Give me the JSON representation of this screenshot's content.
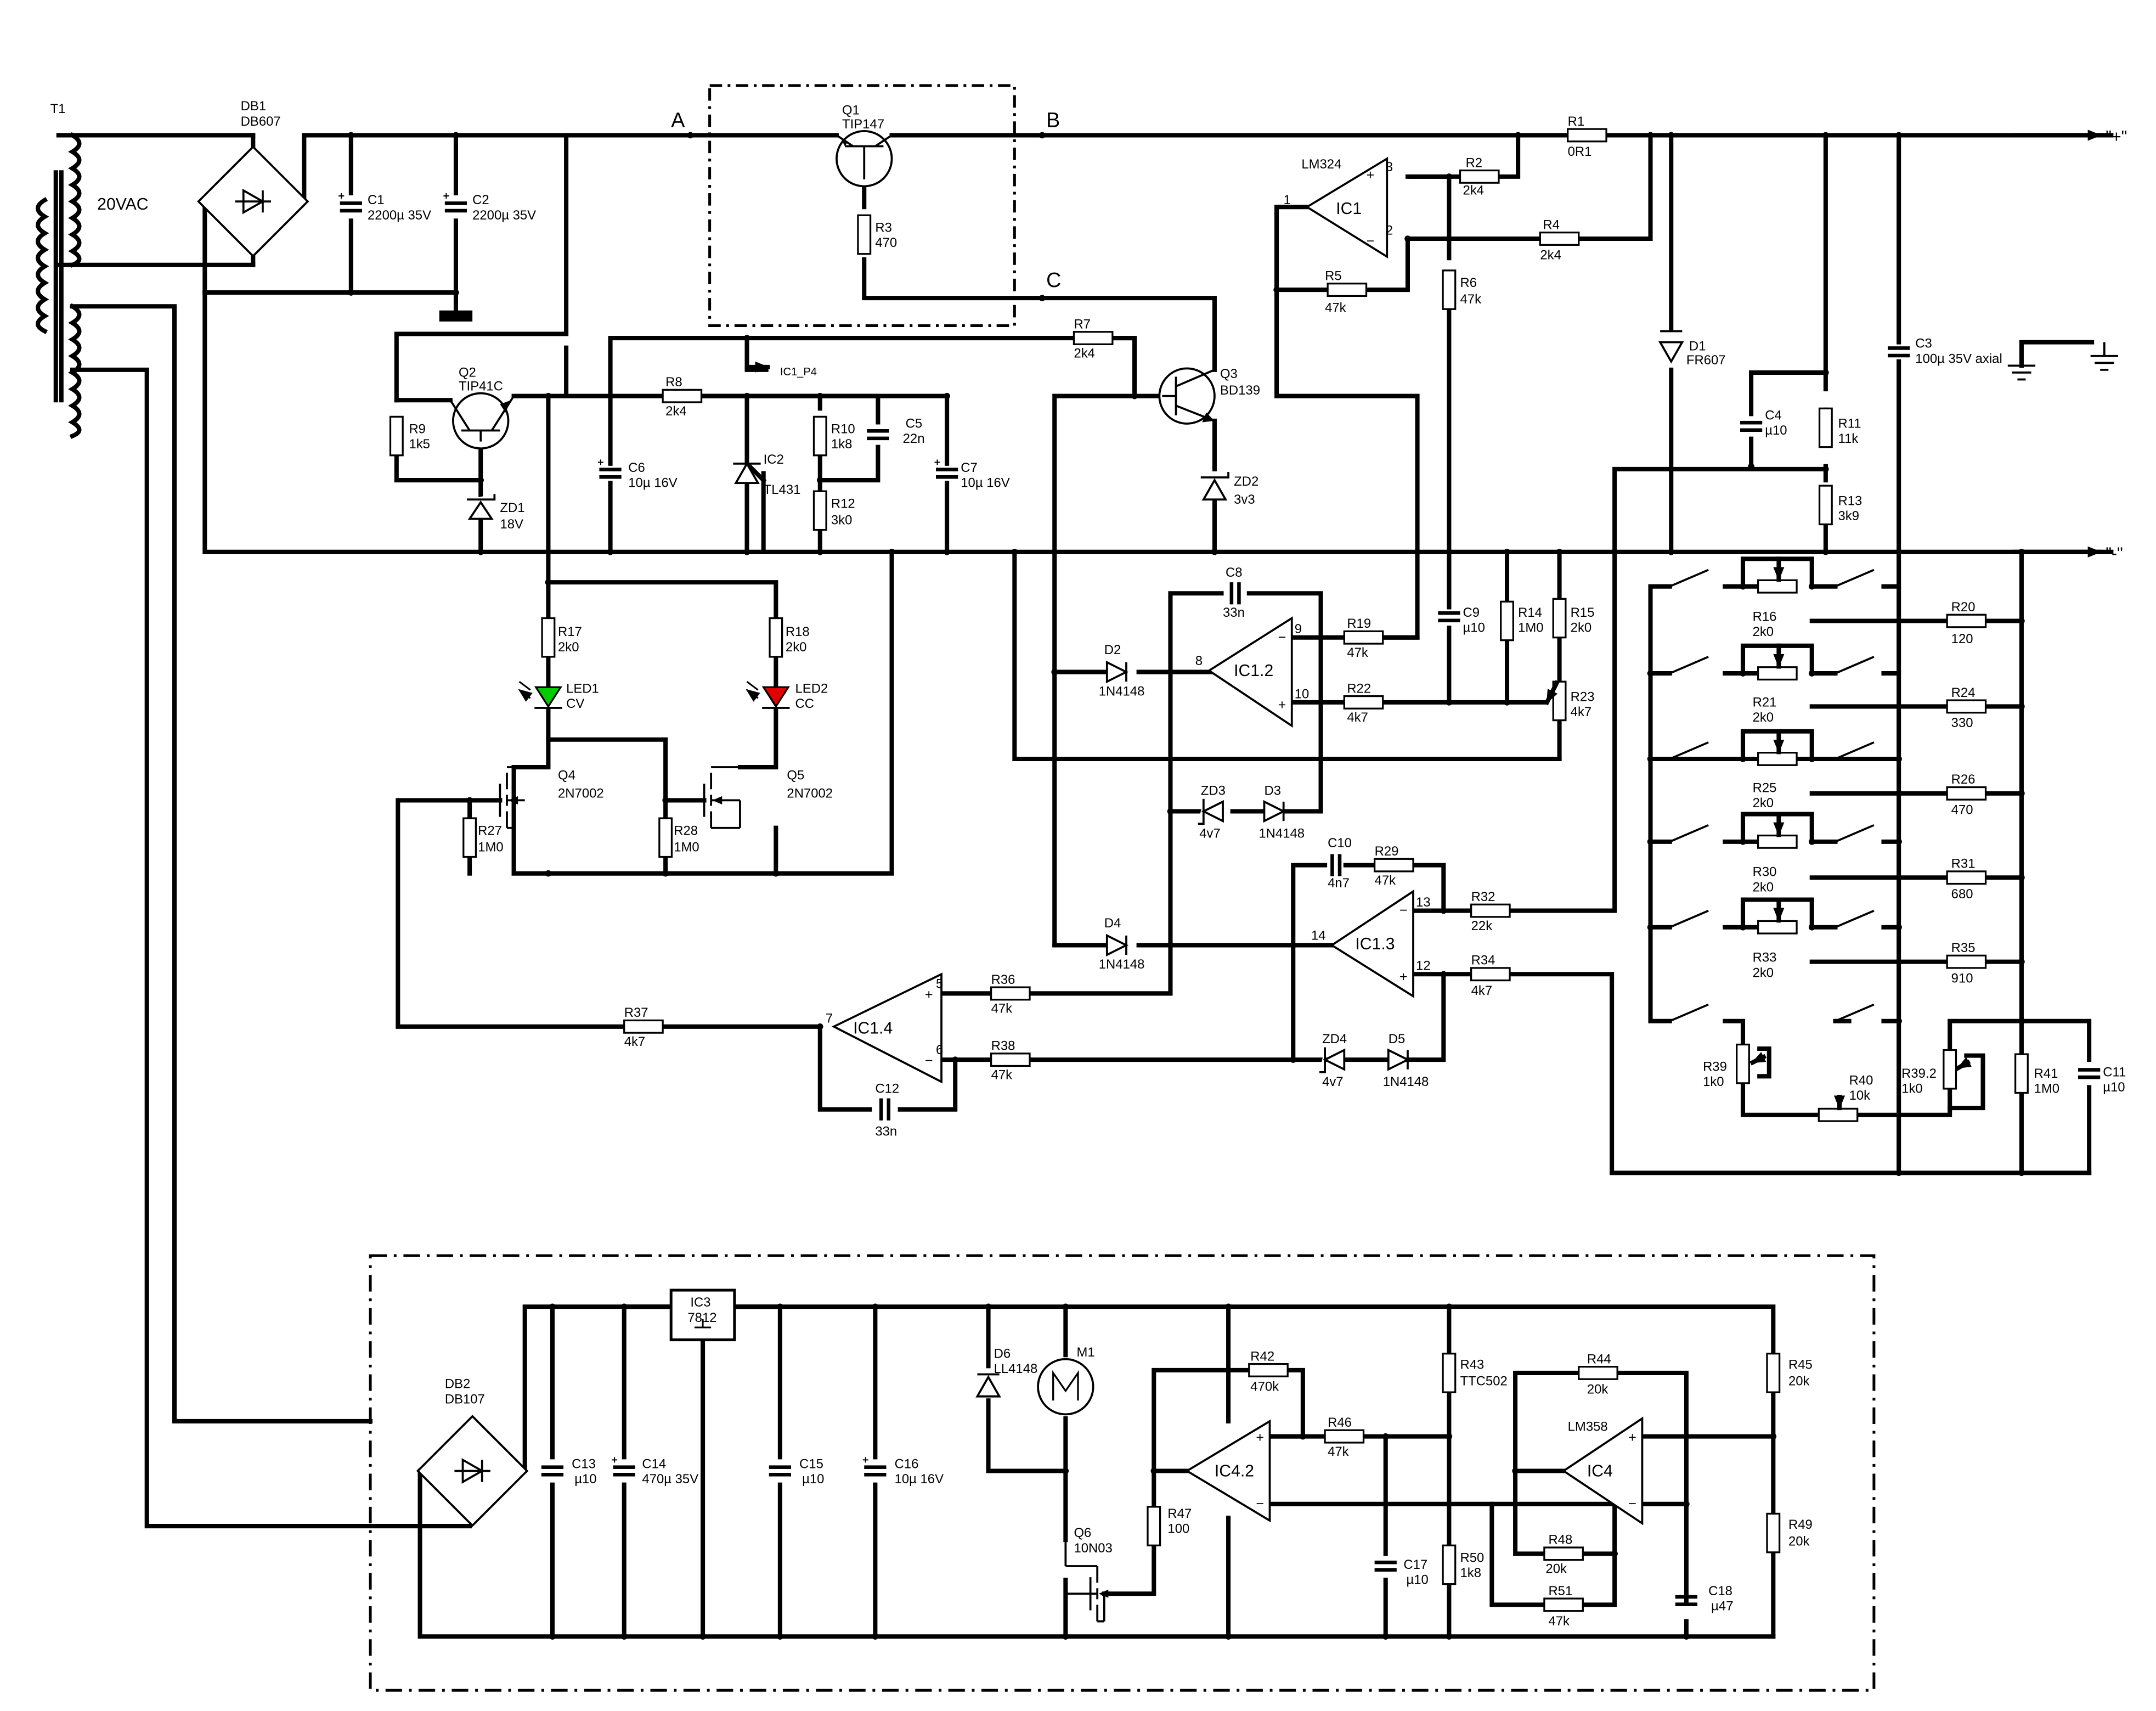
{
  "nodes": {
    "A": "A",
    "B": "B",
    "C": "C",
    "plus": "\"+\"",
    "minus": "\"-\"",
    "ic1p4": "IC1_P4",
    "ac": "20VAC"
  },
  "colors": {
    "led_cv": "#00cc00",
    "led_cc": "#e00000",
    "wire": "#000000"
  },
  "parts": {
    "T1": [
      "T1"
    ],
    "DB1": [
      "DB1",
      "DB607"
    ],
    "DB2": [
      "DB2",
      "DB107"
    ],
    "Q1": [
      "Q1",
      "TIP147"
    ],
    "Q2": [
      "Q2",
      "TIP41C"
    ],
    "Q3": [
      "Q3",
      "BD139"
    ],
    "Q4": [
      "Q4",
      "2N7002"
    ],
    "Q5": [
      "Q5",
      "2N7002"
    ],
    "Q6": [
      "Q6",
      "10N03"
    ],
    "M1": [
      "M1"
    ],
    "IC1": [
      "IC1",
      "LM324"
    ],
    "IC12": [
      "IC1.2"
    ],
    "IC13": [
      "IC1.3"
    ],
    "IC14": [
      "IC1.4"
    ],
    "IC2": [
      "IC2",
      "TL431"
    ],
    "IC3": [
      "IC3",
      "7812"
    ],
    "IC4": [
      "IC4",
      "LM358"
    ],
    "IC42": [
      "IC4.2"
    ],
    "C1": [
      "C1",
      "2200µ 35V"
    ],
    "C2": [
      "C2",
      "2200µ 35V"
    ],
    "C3": [
      "C3",
      "100µ 35V axial"
    ],
    "C4": [
      "C4",
      "µ10"
    ],
    "C5": [
      "C5",
      "22n"
    ],
    "C6": [
      "C6",
      "10µ 16V"
    ],
    "C7": [
      "C7",
      "10µ 16V"
    ],
    "C8": [
      "C8",
      "33n"
    ],
    "C9": [
      "C9",
      "µ10"
    ],
    "C10": [
      "C10",
      "4n7"
    ],
    "C11": [
      "C11",
      "µ10"
    ],
    "C12": [
      "C12",
      "33n"
    ],
    "C13": [
      "C13",
      "µ10"
    ],
    "C14": [
      "C14",
      "470µ 35V"
    ],
    "C15": [
      "C15",
      "µ10"
    ],
    "C16": [
      "C16",
      "10µ 16V"
    ],
    "C17": [
      "C17",
      "µ10"
    ],
    "C18": [
      "C18",
      "µ47"
    ],
    "D1": [
      "D1",
      "FR607"
    ],
    "D2": [
      "D2",
      "1N4148"
    ],
    "D3": [
      "D3",
      "1N4148"
    ],
    "D4": [
      "D4",
      "1N4148"
    ],
    "D5": [
      "D5",
      "1N4148"
    ],
    "D6": [
      "D6",
      "LL4148"
    ],
    "ZD1": [
      "ZD1",
      "18V"
    ],
    "ZD2": [
      "ZD2",
      "3v3"
    ],
    "ZD3": [
      "ZD3",
      "4v7"
    ],
    "ZD4": [
      "ZD4",
      "4v7"
    ],
    "LED1": [
      "LED1",
      "CV"
    ],
    "LED2": [
      "LED2",
      "CC"
    ],
    "R1": [
      "R1",
      "0R1"
    ],
    "R2": [
      "R2",
      "2k4"
    ],
    "R3": [
      "R3",
      "470"
    ],
    "R4": [
      "R4",
      "2k4"
    ],
    "R5": [
      "R5",
      "47k"
    ],
    "R6": [
      "R6",
      "47k"
    ],
    "R7": [
      "R7",
      "2k4"
    ],
    "R8": [
      "R8",
      "2k4"
    ],
    "R9": [
      "R9",
      "1k5"
    ],
    "R10": [
      "R10",
      "1k8"
    ],
    "R11": [
      "R11",
      "11k"
    ],
    "R12": [
      "R12",
      "3k0"
    ],
    "R13": [
      "R13",
      "3k9"
    ],
    "R14": [
      "R14",
      "1M0"
    ],
    "R15": [
      "R15",
      "2k0"
    ],
    "R16": [
      "R16",
      "2k0"
    ],
    "R17": [
      "R17",
      "2k0"
    ],
    "R18": [
      "R18",
      "2k0"
    ],
    "R19": [
      "R19",
      "47k"
    ],
    "R20": [
      "R20",
      "120"
    ],
    "R21": [
      "R21",
      "2k0"
    ],
    "R22": [
      "R22",
      "4k7"
    ],
    "R23": [
      "R23",
      "4k7"
    ],
    "R24": [
      "R24",
      "330"
    ],
    "R25": [
      "R25",
      "2k0"
    ],
    "R26": [
      "R26",
      "470"
    ],
    "R27": [
      "R27",
      "1M0"
    ],
    "R28": [
      "R28",
      "1M0"
    ],
    "R29": [
      "R29",
      "47k"
    ],
    "R30": [
      "R30",
      "2k0"
    ],
    "R31": [
      "R31",
      "680"
    ],
    "R32": [
      "R32",
      "22k"
    ],
    "R33": [
      "R33",
      "2k0"
    ],
    "R34": [
      "R34",
      "4k7"
    ],
    "R35": [
      "R35",
      "910"
    ],
    "R36": [
      "R36",
      "47k"
    ],
    "R37": [
      "R37",
      "4k7"
    ],
    "R38": [
      "R38",
      "47k"
    ],
    "R39": [
      "R39",
      "1k0"
    ],
    "R392": [
      "R39.2",
      "1k0"
    ],
    "R40": [
      "R40",
      "10k"
    ],
    "R41": [
      "R41",
      "1M0"
    ],
    "R42": [
      "R42",
      "470k"
    ],
    "R43": [
      "R43",
      "TTC502"
    ],
    "R44": [
      "R44",
      "20k"
    ],
    "R45": [
      "R45",
      "20k"
    ],
    "R46": [
      "R46",
      "47k"
    ],
    "R47": [
      "R47",
      "100"
    ],
    "R48": [
      "R48",
      "20k"
    ],
    "R49": [
      "R49",
      "20k"
    ],
    "R50": [
      "R50",
      "1k8"
    ],
    "R51": [
      "R51",
      "47k"
    ]
  },
  "pins": {
    "ic1_1": "1",
    "ic1_2": "2",
    "ic1_3": "3",
    "ic12_8": "8",
    "ic12_9": "9",
    "ic12_10": "10",
    "ic13_12": "12",
    "ic13_13": "13",
    "ic13_14": "14",
    "ic14_5": "5",
    "ic14_6": "6",
    "ic14_7": "7"
  },
  "signs": {
    "plus": "+",
    "minus": "−"
  }
}
